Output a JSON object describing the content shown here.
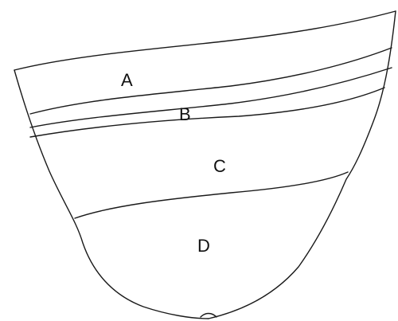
{
  "diagram": {
    "layers": [
      {
        "id": "A",
        "label": "A"
      },
      {
        "id": "B",
        "label": "B"
      },
      {
        "id": "C",
        "label": "C"
      },
      {
        "id": "D",
        "label": "D"
      }
    ]
  }
}
